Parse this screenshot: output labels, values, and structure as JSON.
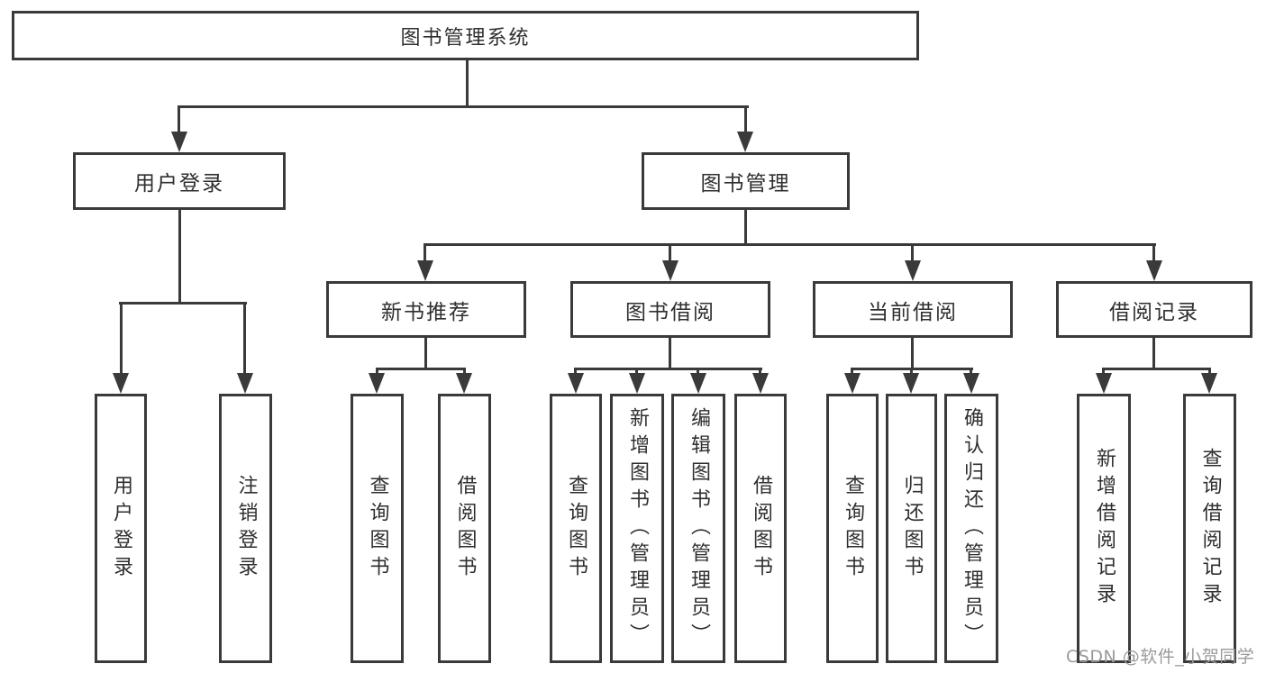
{
  "colors": {
    "line": "#3a3a3a",
    "text": "#2f2f2f",
    "background": "#ffffff",
    "watermark": "#9a9a9a"
  },
  "root": {
    "label": "图书管理系统"
  },
  "level2": {
    "user_login": {
      "label": "用户登录"
    },
    "book_mgmt": {
      "label": "图书管理"
    }
  },
  "level3": {
    "new_books": {
      "label": "新书推荐"
    },
    "book_borrow": {
      "label": "图书借阅"
    },
    "current_borrow": {
      "label": "当前借阅"
    },
    "borrow_records": {
      "label": "借阅记录"
    }
  },
  "leaves": {
    "user_login": {
      "login": "用户登录",
      "logout": "注销登录"
    },
    "new_books": {
      "query_books": "查询图书",
      "borrow_books": "借阅图书"
    },
    "book_borrow": {
      "query_books": "查询图书",
      "add_books_admin": "新增图书（管理员）",
      "edit_books_admin": "编辑图书（管理员）",
      "borrow_books": "借阅图书"
    },
    "current_borrow": {
      "query_books": "查询图书",
      "return_books": "归还图书",
      "confirm_return_admin": "确认归还（管理员）"
    },
    "borrow_records": {
      "add_record": "新增借阅记录",
      "query_record": "查询借阅记录"
    }
  },
  "watermark": "CSDN @软件_小贺同学"
}
